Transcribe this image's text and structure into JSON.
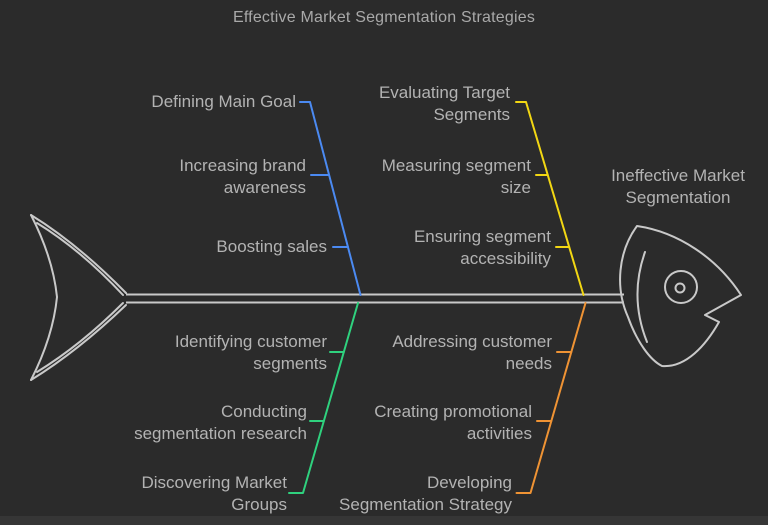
{
  "title": "Effective Market Segmentation Strategies",
  "head_label": "Ineffective Market Segmentation",
  "colors": {
    "background": "#2b2b2b",
    "skeleton": "#c9c9c9",
    "text": "#b3b3b3",
    "blue": "#4b8af2",
    "yellow": "#f2d713",
    "green": "#2fd17e",
    "orange": "#ef9334"
  },
  "branches": [
    {
      "name": "top-left",
      "color": "#4b8af2",
      "labels": [
        "Defining Main Goal",
        "Increasing brand awareness",
        "Boosting sales"
      ]
    },
    {
      "name": "top-right",
      "color": "#f2d713",
      "labels": [
        "Evaluating Target Segments",
        "Measuring segment size",
        "Ensuring segment accessibility"
      ]
    },
    {
      "name": "bottom-left",
      "color": "#2fd17e",
      "labels": [
        "Identifying customer segments",
        "Conducting segmentation research",
        "Discovering Market Groups"
      ]
    },
    {
      "name": "bottom-right",
      "color": "#ef9334",
      "labels": [
        "Addressing customer needs",
        "Creating promotional activities",
        "Developing Segmentation Strategy"
      ]
    }
  ]
}
